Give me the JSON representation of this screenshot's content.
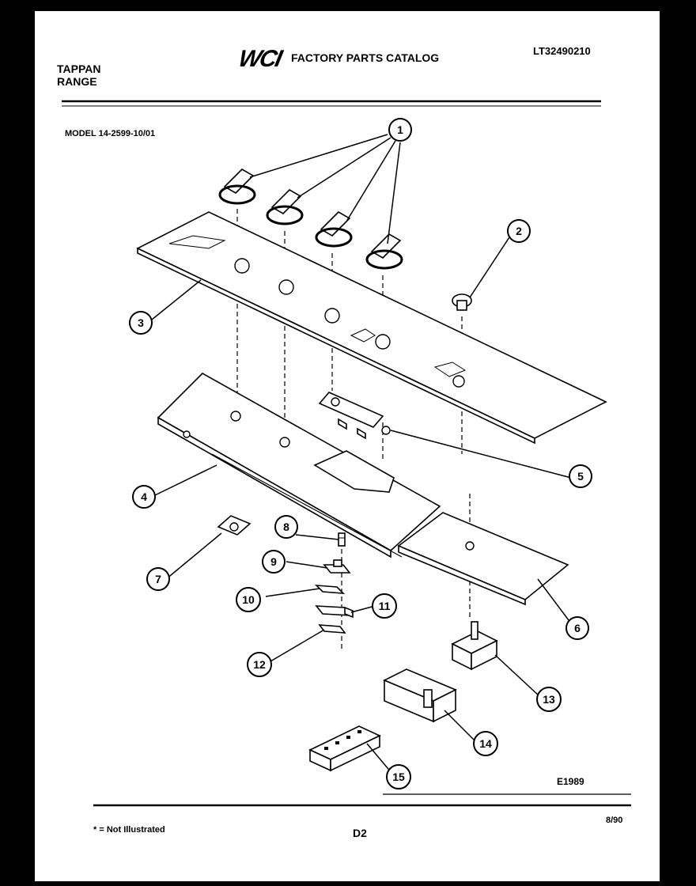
{
  "header": {
    "brand_line1": "TAPPAN",
    "brand_line2": "RANGE",
    "logo": "WCI",
    "catalog_title": "FACTORY PARTS CATALOG",
    "catalog_number": "LT32490210",
    "model": "MODEL 14-2599-10/01"
  },
  "footer": {
    "figure_code": "E1989",
    "footnote": "* = Not Illustrated",
    "page": "D2",
    "date": "8/90"
  },
  "callouts": [
    "1",
    "2",
    "3",
    "4",
    "5",
    "6",
    "7",
    "8",
    "9",
    "10",
    "11",
    "12",
    "13",
    "14",
    "15"
  ]
}
